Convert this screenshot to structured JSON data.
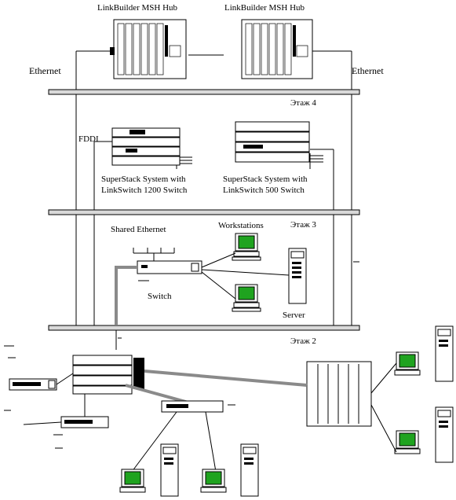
{
  "diagram": {
    "hubs": [
      {
        "label": "LinkBuilder MSH Hub"
      },
      {
        "label": "LinkBuilder MSH Hub"
      }
    ],
    "ethernet_left": "Ethernet",
    "ethernet_right": "Ethernet",
    "floors": [
      {
        "label": "Этаж 4"
      },
      {
        "label": "Этаж 3"
      },
      {
        "label": "Этаж 2"
      }
    ],
    "fddi": "FDDI",
    "superstack_1": {
      "line1": "SuperStack System with",
      "line2": "LinkSwitch 1200 Switch"
    },
    "superstack_2": {
      "line1": "SuperStack System with",
      "line2": "LinkSwitch 500 Switch"
    },
    "shared_ethernet": "Shared Ethernet",
    "workstations": "Workstations",
    "switch": "Switch",
    "server": "Server"
  }
}
